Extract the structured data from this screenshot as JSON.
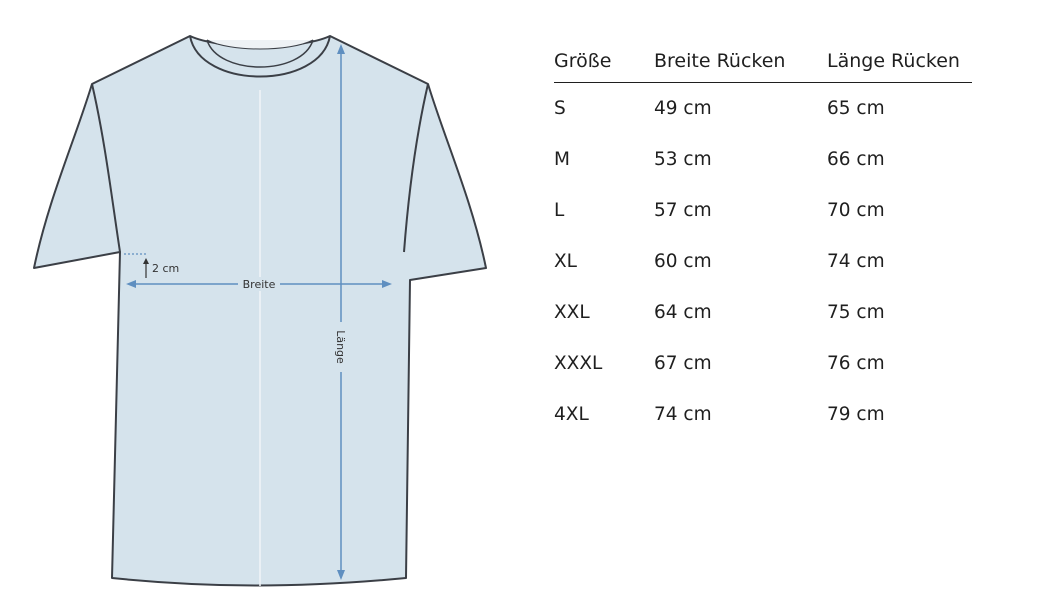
{
  "colors": {
    "shirt_fill": "#d5e3ec",
    "outline": "#3b3f46",
    "measure_line": "#5f8fc0"
  },
  "diagram": {
    "label_width": "Breite",
    "label_length": "Länge",
    "label_offset": "2 cm"
  },
  "table": {
    "headers": [
      "Größe",
      "Breite Rücken",
      "Länge Rücken"
    ],
    "rows": [
      [
        "S",
        "49 cm",
        "65 cm"
      ],
      [
        "M",
        "53 cm",
        "66 cm"
      ],
      [
        "L",
        "57 cm",
        "70 cm"
      ],
      [
        "XL",
        "60 cm",
        "74 cm"
      ],
      [
        "XXL",
        "64 cm",
        "75 cm"
      ],
      [
        "XXXL",
        "67 cm",
        "76 cm"
      ],
      [
        "4XL",
        "74 cm",
        "79 cm"
      ]
    ]
  }
}
